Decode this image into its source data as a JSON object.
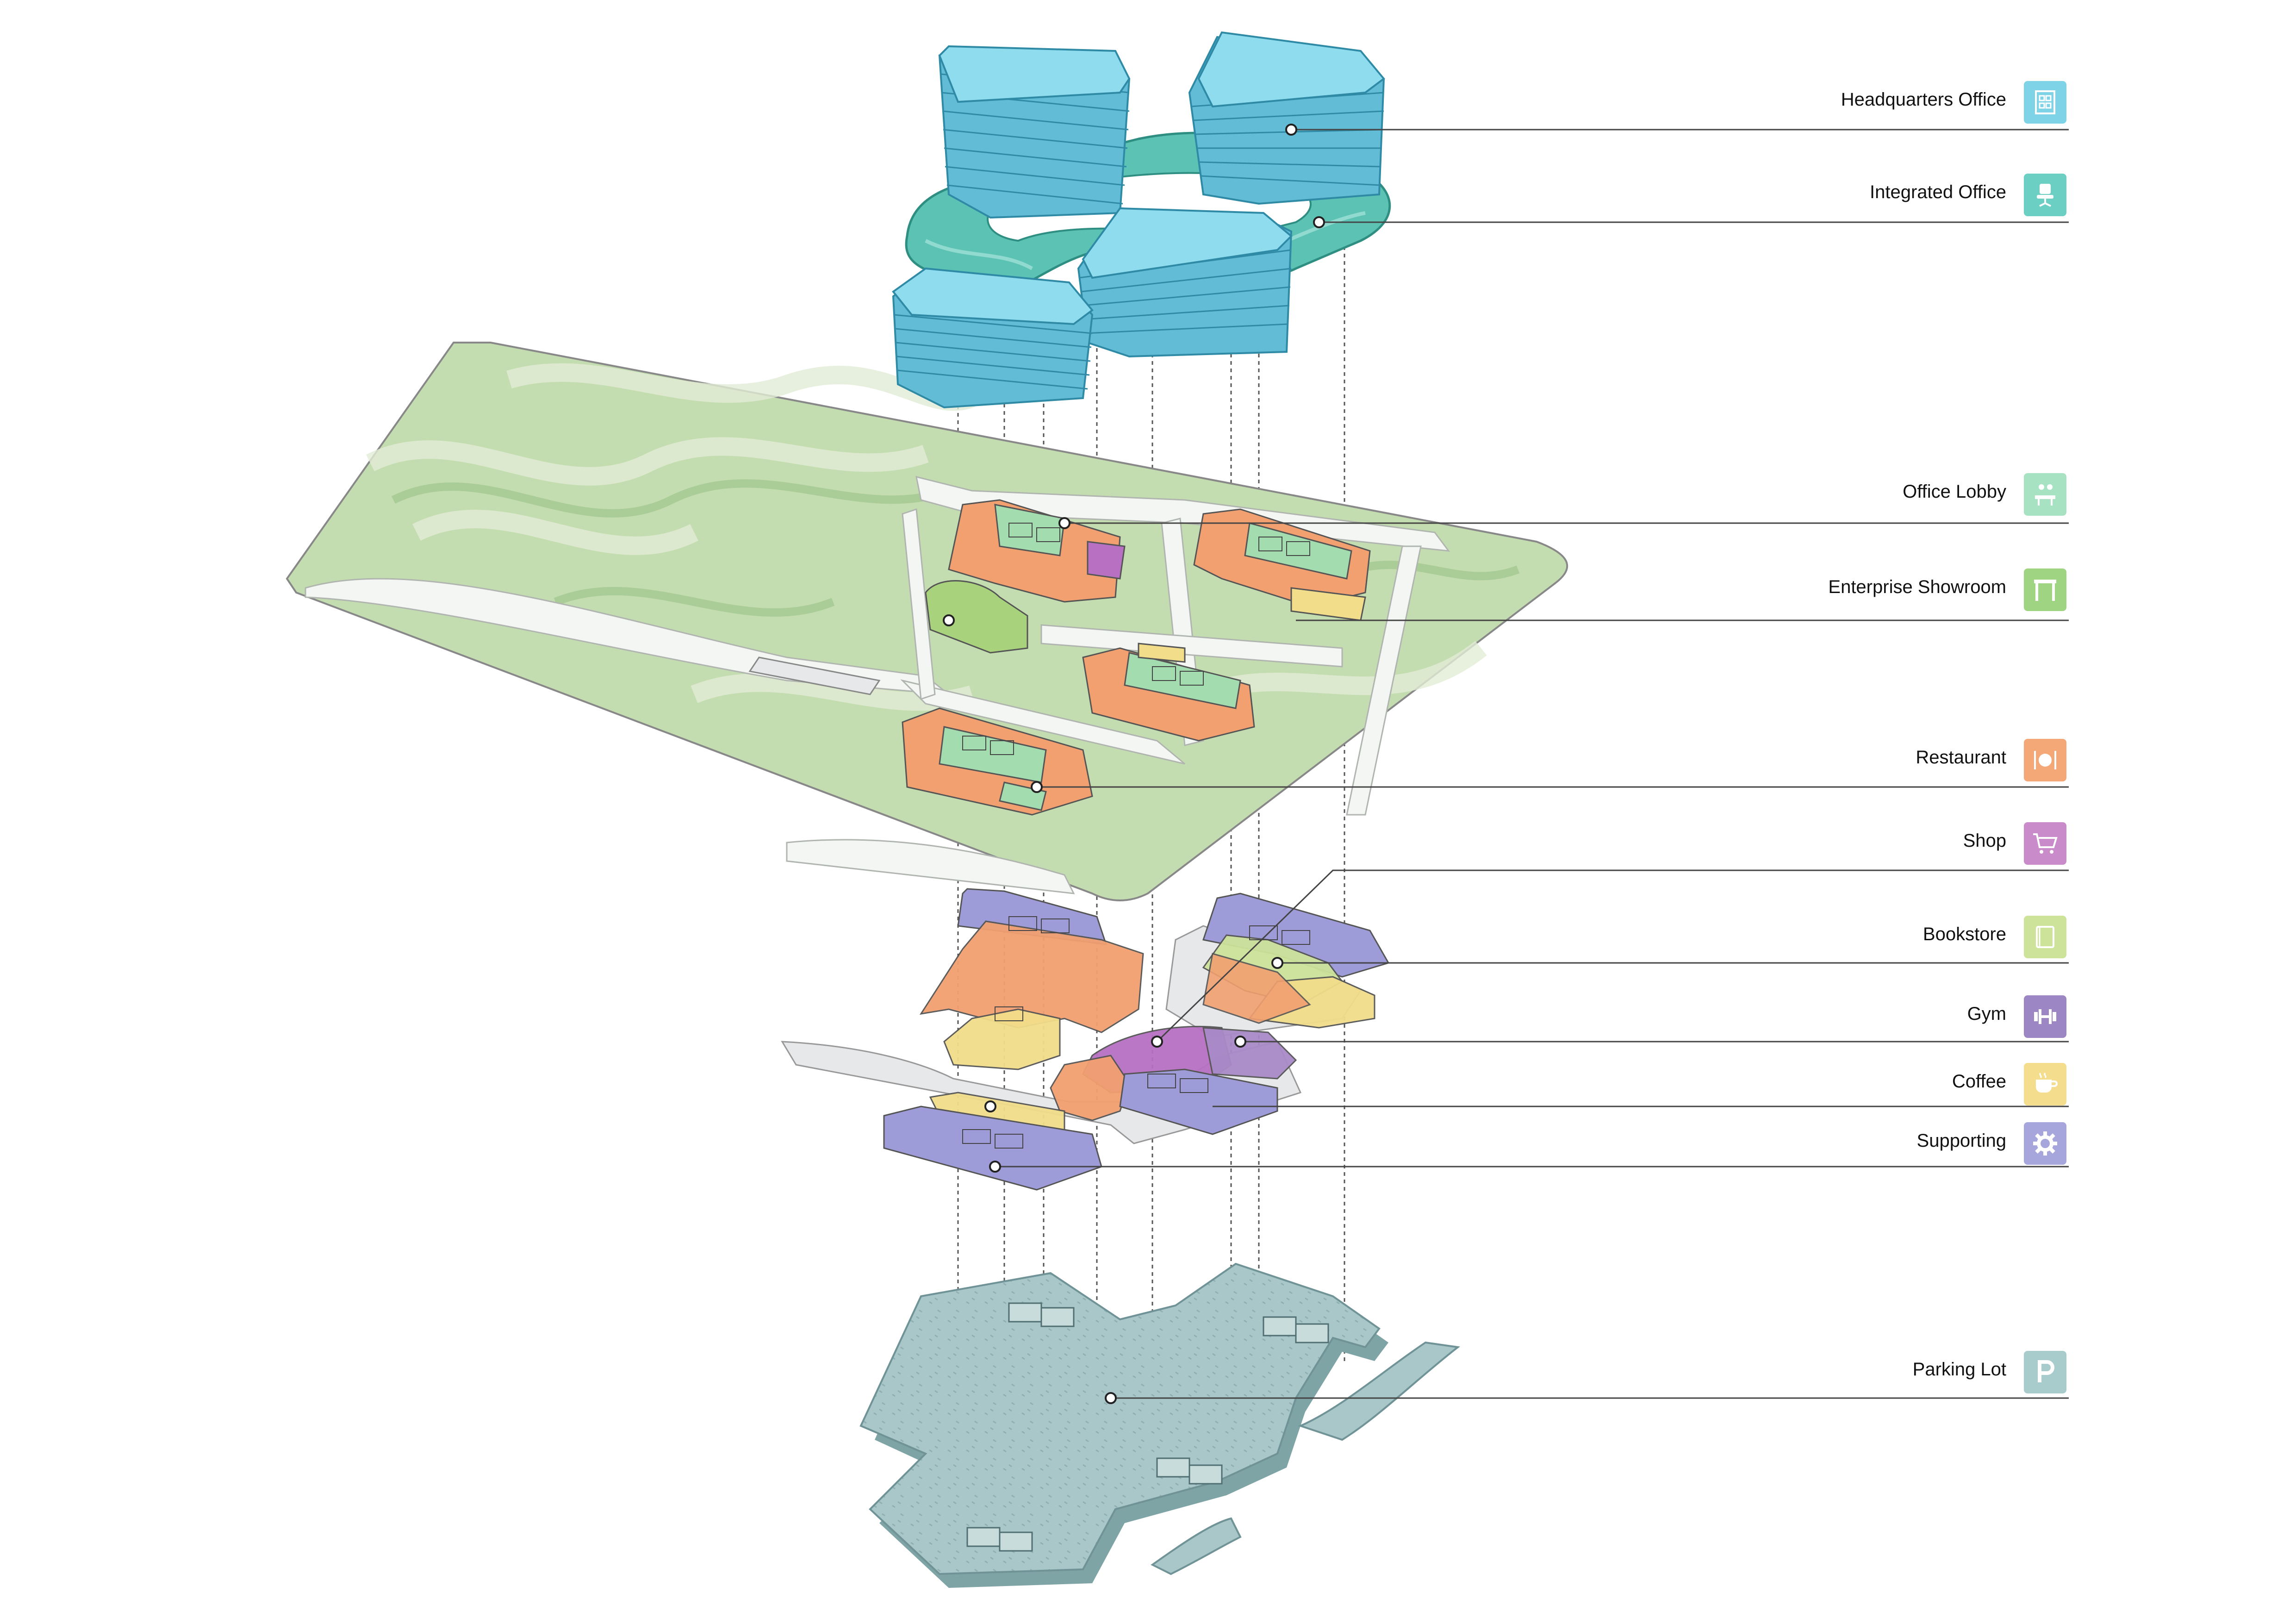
{
  "legend": {
    "items": [
      {
        "id": "headquarters-office",
        "label": "Headquarters Office",
        "color": "#7fd3e6",
        "icon": "building-floorplan-icon"
      },
      {
        "id": "integrated-office",
        "label": "Integrated Office",
        "color": "#6ccfc4",
        "icon": "office-chair-icon"
      },
      {
        "id": "office-lobby",
        "label": "Office Lobby",
        "color": "#a7e3c2",
        "icon": "reception-desk-icon"
      },
      {
        "id": "enterprise-showroom",
        "label": "Enterprise Showroom",
        "color": "#9fd483",
        "icon": "doorway-icon"
      },
      {
        "id": "restaurant",
        "label": "Restaurant",
        "color": "#f5a877",
        "icon": "plate-cutlery-icon"
      },
      {
        "id": "shop",
        "label": "Shop",
        "color": "#c98bc9",
        "icon": "shopping-cart-icon"
      },
      {
        "id": "bookstore",
        "label": "Bookstore",
        "color": "#cde39a",
        "icon": "book-icon"
      },
      {
        "id": "gym",
        "label": "Gym",
        "color": "#9c86c4",
        "icon": "dumbbell-icon"
      },
      {
        "id": "coffee",
        "label": "Coffee",
        "color": "#f4de8e",
        "icon": "coffee-cup-icon"
      },
      {
        "id": "supporting",
        "label": "Supporting",
        "color": "#a6a6dd",
        "icon": "gear-icon"
      },
      {
        "id": "parking-lot",
        "label": "Parking Lot",
        "color": "#a8cbcb",
        "icon": "parking-sign-icon"
      }
    ]
  },
  "colors": {
    "office_blue": "#8fdcef",
    "office_blue_dark": "#4fb3cf",
    "integrated_teal": "#5cc2b4",
    "site_green": "#c8dfb4",
    "site_green_dark": "#a8cc98",
    "site_white": "#f4f6f4",
    "restaurant_orange": "#f2a070",
    "supporting_purple": "#9d9bd8",
    "coffee_yellow": "#f2dd8a",
    "shop_magenta": "#b770c2",
    "gym_purple": "#a98ac8",
    "lobby_green": "#a3dcae",
    "showroom_green": "#a8d37c",
    "parking_gray": "#a9c6c8",
    "parking_gray_dark": "#7aa0a3"
  }
}
